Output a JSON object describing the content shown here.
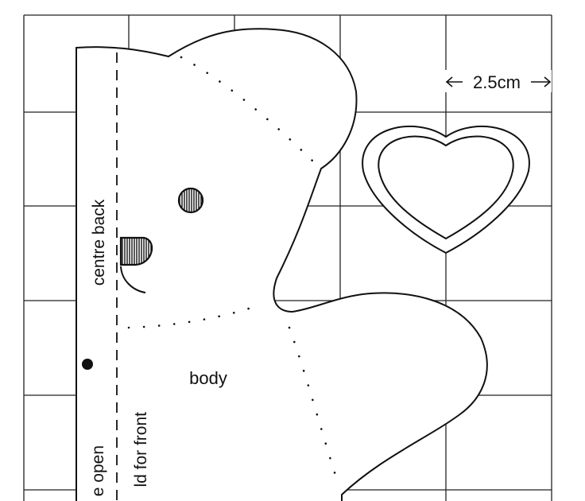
{
  "pattern": {
    "scale_label": "2.5cm",
    "labels": {
      "centre_back": "centre back",
      "body": "body",
      "fold_for_front": "ld for front",
      "leave_open": "e open"
    },
    "colors": {
      "background": "#ffffff",
      "line": "#111111"
    },
    "icons": {
      "scale_arrows": "double-arrow",
      "eye": "hatched-circle",
      "nose": "hatched-semicircle",
      "marker": "filled-dot"
    }
  }
}
